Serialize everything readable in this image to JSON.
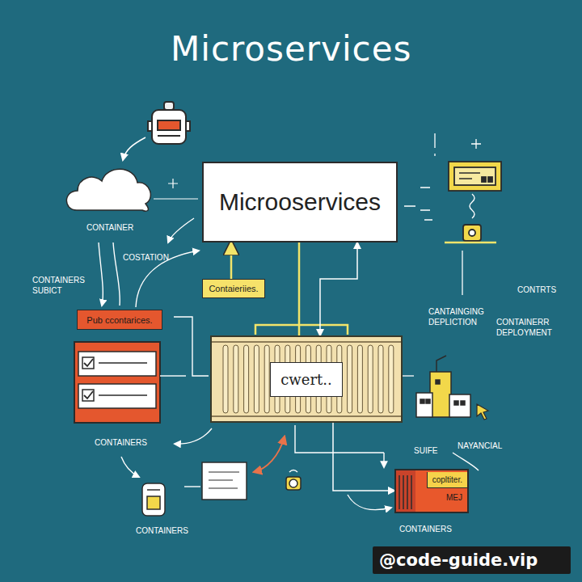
{
  "diagram": {
    "title": "Microservices",
    "nodes": [
      {
        "text": [
          "Microoservices"
        ]
      },
      {
        "text": [
          "Contaieriies."
        ]
      },
      {
        "text": [
          "Pub ccontarices."
        ]
      },
      {
        "text": [
          "cwert.."
        ]
      },
      {
        "text": [
          "copltiter.",
          "MEJ"
        ]
      }
    ],
    "edges": [
      {
        "from": 1,
        "to": 0,
        "arrow": "to"
      },
      {
        "from": 3,
        "to": 0,
        "arrow": "none"
      },
      {
        "from": 3,
        "to": 0,
        "arrow": "both"
      },
      {
        "from": 3,
        "to": 4,
        "arrow": "to"
      }
    ],
    "labels": [
      "CONTAINER",
      "COSTATION",
      "CONTAINERS SUBICT",
      "CONTAINERS",
      "CONTRTS",
      "CANTAINGING DEPLICTION",
      "CONTAINERR DEPLOYMENT",
      "SUIFE",
      "NAYANCIAL",
      "CONTAINERS",
      "CONTAINERS",
      "@code-guide.vip"
    ]
  }
}
